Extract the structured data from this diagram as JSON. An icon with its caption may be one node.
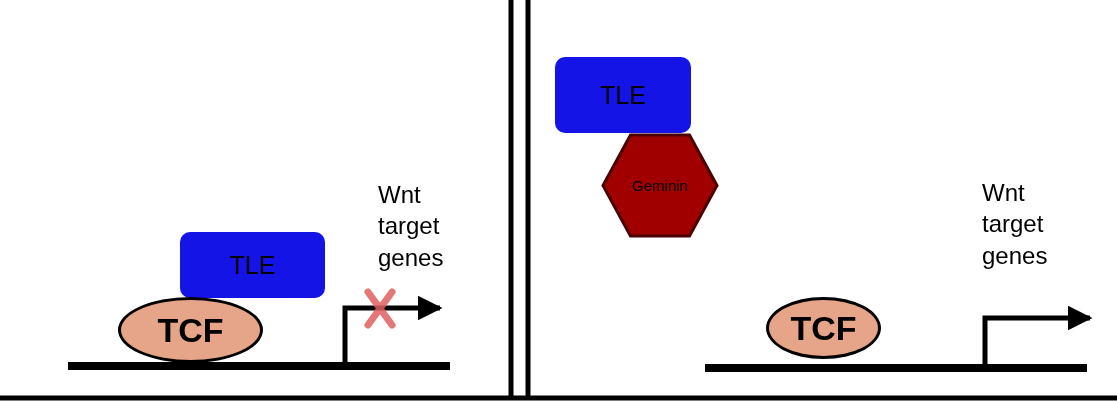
{
  "diagram": {
    "nodes": [
      {
        "text": [
          "TLE"
        ]
      },
      {
        "text": [
          "TCF"
        ]
      },
      {
        "text": [
          "Wnt target genes"
        ]
      },
      {
        "text": [
          "TLE"
        ]
      },
      {
        "text": [
          "Geminin"
        ]
      },
      {
        "text": [
          "TCF"
        ]
      },
      {
        "text": [
          "Wnt target genes"
        ]
      }
    ]
  }
}
